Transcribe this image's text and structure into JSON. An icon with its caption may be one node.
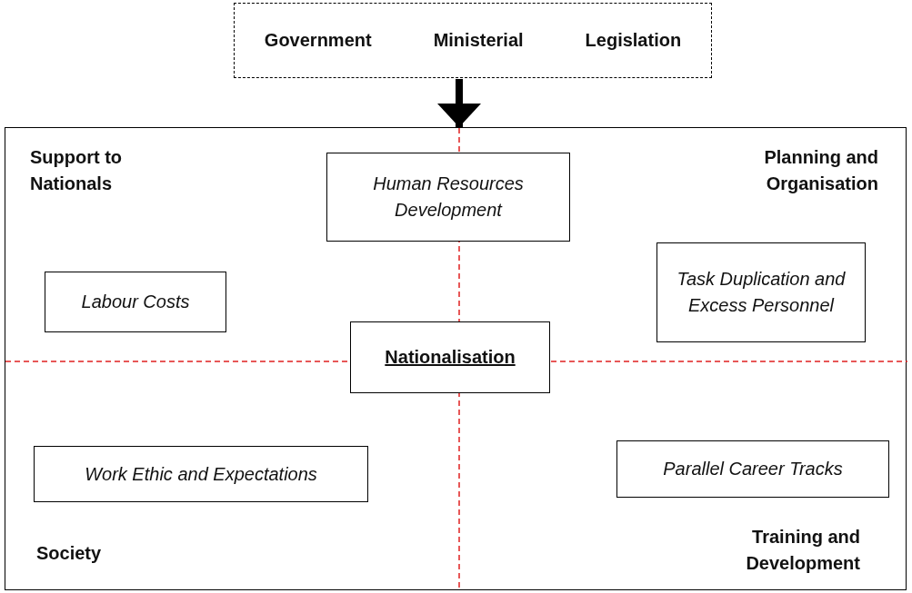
{
  "diagram": {
    "nodes": [
      {
        "text": [
          "Government",
          "Ministerial",
          "Legislation"
        ]
      },
      {
        "text": [
          "Support to Nationals",
          "Planning and Organisation",
          "Society",
          "Training and Development"
        ]
      },
      {
        "text": [
          "Human Resources Development"
        ],
        "in": 1
      },
      {
        "text": [
          "Labour Costs"
        ],
        "in": 1
      },
      {
        "text": [
          "Task Duplication and Excess Personnel"
        ],
        "in": 1
      },
      {
        "text": [
          "Nationalisation"
        ],
        "in": 1
      },
      {
        "text": [
          "Work Ethic and Expectations"
        ],
        "in": 1
      },
      {
        "text": [
          "Parallel Career Tracks"
        ],
        "in": 1
      }
    ],
    "edges": [
      {
        "from": 0,
        "to": 1,
        "arrow": "to"
      }
    ]
  }
}
